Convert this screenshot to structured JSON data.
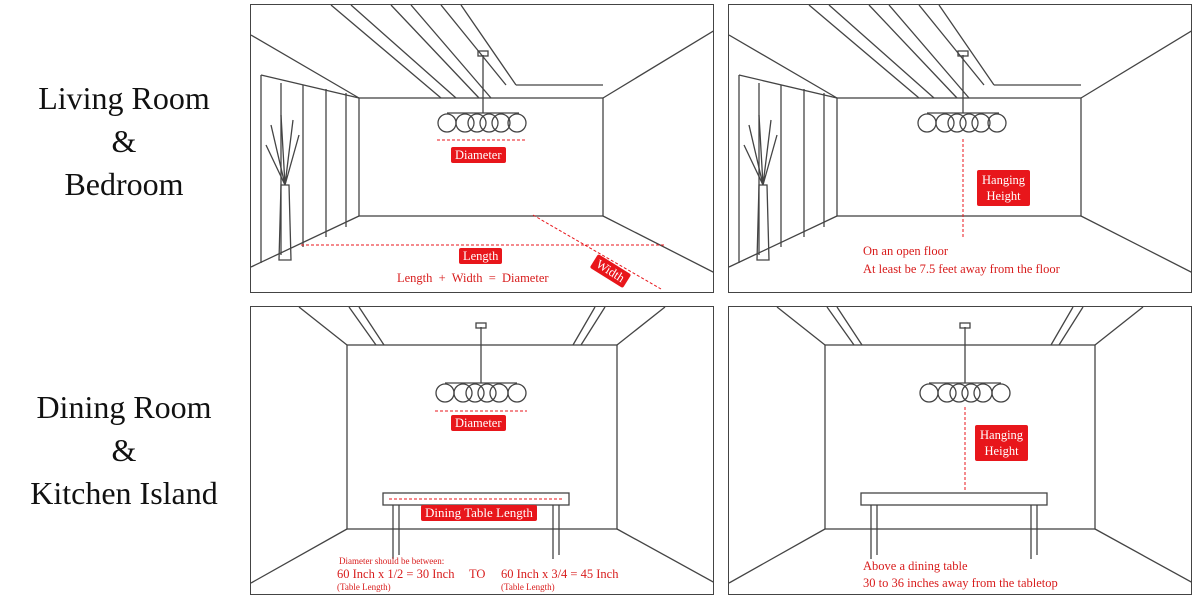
{
  "rows": [
    {
      "lines": [
        "Living Room",
        "&",
        "Bedroom"
      ]
    },
    {
      "lines": [
        "Dining Room",
        "&",
        "Kitchen Island"
      ]
    }
  ],
  "panels": {
    "p1": {
      "diameter_tag": "Diameter",
      "length_tag": "Length",
      "width_tag": "Width",
      "formula": "Length  +  Width  =  Diameter"
    },
    "p2": {
      "hanging_tag_line1": "Hanging",
      "hanging_tag_line2": "Height",
      "note_line1": "On an open floor",
      "note_line2": "At least be 7.5 feet away from the floor"
    },
    "p3": {
      "diameter_tag": "Diameter",
      "table_tag": "Dining Table Length",
      "range_header": "Diameter should be between:",
      "range_min": "60 Inch x 1/2 = 30 Inch",
      "range_to": "TO",
      "range_max": "60 Inch x 3/4 = 45 Inch",
      "range_min_sub": "(Table Length)",
      "range_max_sub": "(Table Length)"
    },
    "p4": {
      "hanging_tag_line1": "Hanging",
      "hanging_tag_line2": "Height",
      "note_line1": "Above a dining table",
      "note_line2": "30 to 36 inches away from the tabletop"
    }
  },
  "colors": {
    "accent": "#e8161b",
    "line": "#444444"
  }
}
